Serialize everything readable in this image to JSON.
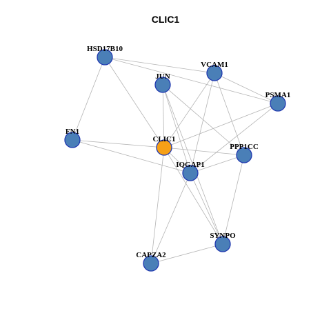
{
  "title": "CLIC1",
  "colors": {
    "node": "#4a7fb7",
    "center": "#f6a016",
    "node_border": "#2038b0",
    "edge": "#b4b4b4"
  },
  "nodes": [
    {
      "id": "HSD17B10",
      "label": "HSD17B10",
      "center": false
    },
    {
      "id": "JUN",
      "label": "JUN",
      "center": false
    },
    {
      "id": "VCAM1",
      "label": "VCAM1",
      "center": false
    },
    {
      "id": "PSMA1",
      "label": "PSMA1",
      "center": false
    },
    {
      "id": "FN1",
      "label": "FN1",
      "center": false
    },
    {
      "id": "CLIC1",
      "label": "CLIC1",
      "center": true
    },
    {
      "id": "PPP1CC",
      "label": "PPP1CC",
      "center": false
    },
    {
      "id": "IQGAP1",
      "label": "IQGAP1",
      "center": false
    },
    {
      "id": "SYNPO",
      "label": "SYNPO",
      "center": false
    },
    {
      "id": "CAPZA2",
      "label": "CAPZA2",
      "center": false
    }
  ],
  "edges": [
    [
      "HSD17B10",
      "VCAM1"
    ],
    [
      "HSD17B10",
      "PSMA1"
    ],
    [
      "HSD17B10",
      "FN1"
    ],
    [
      "HSD17B10",
      "CLIC1"
    ],
    [
      "JUN",
      "CLIC1"
    ],
    [
      "JUN",
      "IQGAP1"
    ],
    [
      "JUN",
      "SYNPO"
    ],
    [
      "JUN",
      "PPP1CC"
    ],
    [
      "VCAM1",
      "CLIC1"
    ],
    [
      "VCAM1",
      "IQGAP1"
    ],
    [
      "VCAM1",
      "PPP1CC"
    ],
    [
      "VCAM1",
      "PSMA1"
    ],
    [
      "PSMA1",
      "CLIC1"
    ],
    [
      "PSMA1",
      "IQGAP1"
    ],
    [
      "FN1",
      "CLIC1"
    ],
    [
      "FN1",
      "IQGAP1"
    ],
    [
      "CLIC1",
      "PPP1CC"
    ],
    [
      "CLIC1",
      "IQGAP1"
    ],
    [
      "CLIC1",
      "SYNPO"
    ],
    [
      "CLIC1",
      "CAPZA2"
    ],
    [
      "IQGAP1",
      "PPP1CC"
    ],
    [
      "IQGAP1",
      "SYNPO"
    ],
    [
      "IQGAP1",
      "CAPZA2"
    ],
    [
      "PPP1CC",
      "SYNPO"
    ],
    [
      "SYNPO",
      "CAPZA2"
    ]
  ]
}
